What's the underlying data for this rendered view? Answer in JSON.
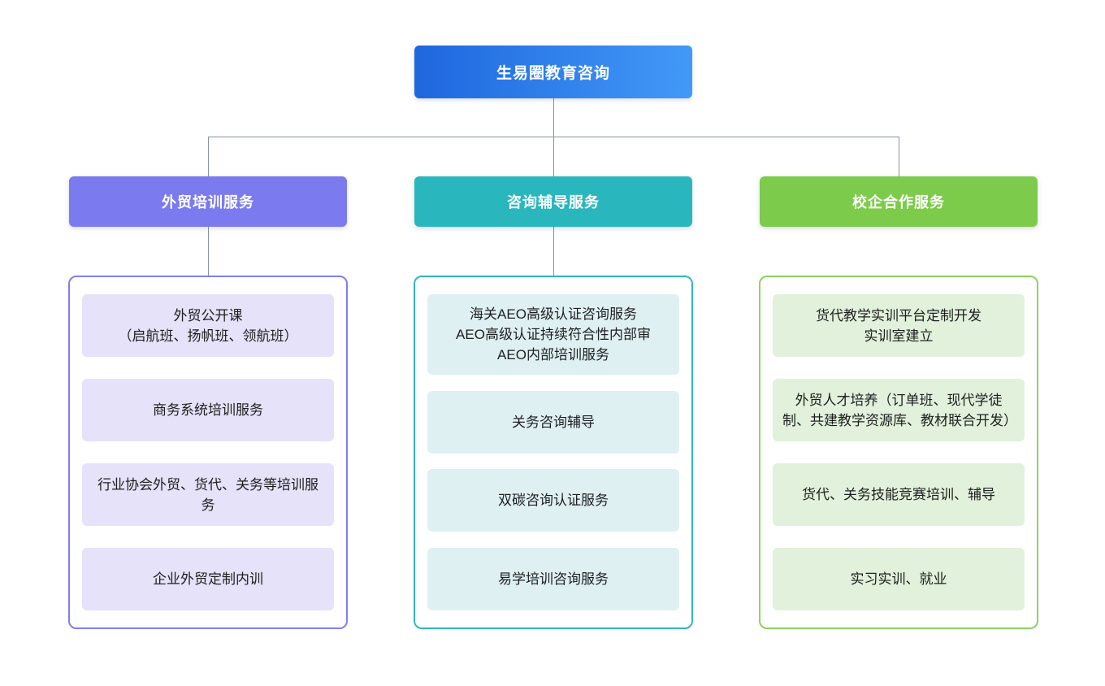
{
  "root": {
    "label": "生易圈教育咨询",
    "gradient_start": "#1e67de",
    "gradient_end": "#4299f7"
  },
  "connector_color": "#8793a5",
  "branches": [
    {
      "label": "外贸培训服务",
      "header_color": "#7b7aef",
      "border_color": "#807eee",
      "item_bg": "#e5e2f9",
      "items": [
        {
          "text": "外贸公开课\n（启航班、扬帆班、领航班）"
        },
        {
          "text": "商务系统培训服务"
        },
        {
          "text": "行业协会外贸、货代、关务等培训服务"
        },
        {
          "text": "企业外贸定制内训"
        }
      ]
    },
    {
      "label": "咨询辅导服务",
      "header_color": "#29b7bd",
      "border_color": "#2fb9c0",
      "item_bg": "#dff0f2",
      "items": [
        {
          "text": "海关AEO高级认证咨询服务\nAEO高级认证持续符合性内部审\nAEO内部培训服务"
        },
        {
          "text": "关务咨询辅导"
        },
        {
          "text": "双碳咨询认证服务"
        },
        {
          "text": "易学培训咨询服务"
        }
      ]
    },
    {
      "label": "校企合作服务",
      "header_color": "#7ccb4a",
      "border_color": "#8cd35f",
      "item_bg": "#e1f1dc",
      "items": [
        {
          "text": "货代教学实训平台定制开发\n实训室建立"
        },
        {
          "text": "外贸人才培养（订单班、现代学徒制、共建教学资源库、教材联合开发）"
        },
        {
          "text": "货代、关务技能竞赛培训、辅导"
        },
        {
          "text": "实习实训、就业"
        }
      ]
    }
  ]
}
